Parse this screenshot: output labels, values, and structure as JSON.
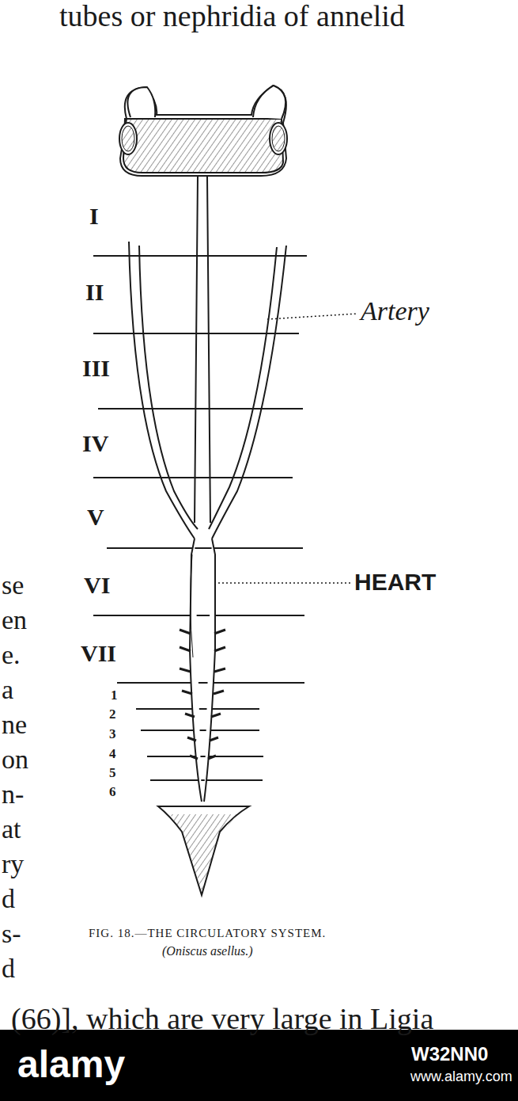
{
  "diagram": {
    "caption": "FIG. 18.—THE CIRCULATORY SYSTEM.",
    "labels": [
      "tubes or nephridia of annelid",
      "I",
      "II",
      "III",
      "IV",
      "V",
      "VI",
      "VII",
      "1",
      "2",
      "3",
      "4",
      "5",
      "6",
      "Artery",
      "HEART",
      "se",
      "en",
      "e.",
      "a",
      "ne",
      "on",
      "n-",
      "at",
      "ry",
      "d",
      "s-",
      "d",
      "(66)], which are very large in Ligia",
      "(Oniscus asellus.)",
      "alamy",
      "W32NN0",
      "www.alamy.com"
    ]
  }
}
